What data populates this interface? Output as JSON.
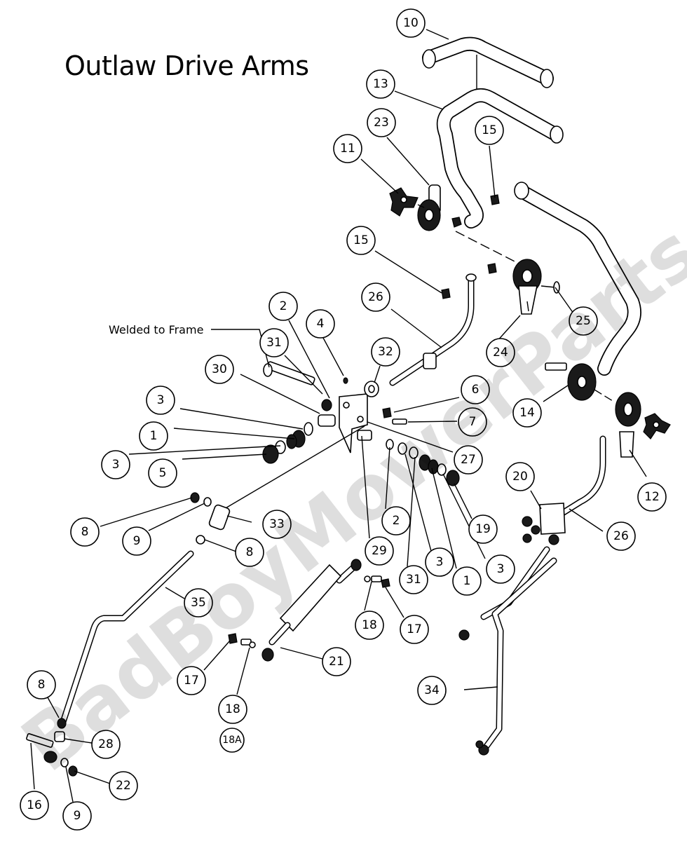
{
  "title": "Outlaw Drive Arms",
  "note": {
    "text": "Welded to Frame"
  },
  "watermark": "BadBoyMowerParts.com",
  "colors": {
    "ink": "#000000",
    "paper": "#ffffff",
    "watermark": "#d4d4d4"
  },
  "callouts": [
    {
      "id": "c10",
      "label": "10"
    },
    {
      "id": "c13",
      "label": "13"
    },
    {
      "id": "c23",
      "label": "23"
    },
    {
      "id": "c15a",
      "label": "15"
    },
    {
      "id": "c11",
      "label": "11"
    },
    {
      "id": "c15b",
      "label": "15"
    },
    {
      "id": "c26a",
      "label": "26"
    },
    {
      "id": "c25",
      "label": "25"
    },
    {
      "id": "c24",
      "label": "24"
    },
    {
      "id": "c2a",
      "label": "2"
    },
    {
      "id": "c4",
      "label": "4"
    },
    {
      "id": "c31a",
      "label": "31"
    },
    {
      "id": "c30",
      "label": "30"
    },
    {
      "id": "c32",
      "label": "32"
    },
    {
      "id": "c6",
      "label": "6"
    },
    {
      "id": "c7",
      "label": "7"
    },
    {
      "id": "c14",
      "label": "14"
    },
    {
      "id": "c3a",
      "label": "3"
    },
    {
      "id": "c1a",
      "label": "1"
    },
    {
      "id": "c3b",
      "label": "3"
    },
    {
      "id": "c5",
      "label": "5"
    },
    {
      "id": "c27",
      "label": "27"
    },
    {
      "id": "c12",
      "label": "12"
    },
    {
      "id": "c20",
      "label": "20"
    },
    {
      "id": "c8a",
      "label": "8"
    },
    {
      "id": "c33",
      "label": "33"
    },
    {
      "id": "c9a",
      "label": "9"
    },
    {
      "id": "c2b",
      "label": "2"
    },
    {
      "id": "c19",
      "label": "19"
    },
    {
      "id": "c26b",
      "label": "26"
    },
    {
      "id": "c8b",
      "label": "8"
    },
    {
      "id": "c29",
      "label": "29"
    },
    {
      "id": "c3c",
      "label": "3"
    },
    {
      "id": "c31b",
      "label": "31"
    },
    {
      "id": "c1b",
      "label": "1"
    },
    {
      "id": "c3d",
      "label": "3"
    },
    {
      "id": "c35",
      "label": "35"
    },
    {
      "id": "c18a",
      "label": "18"
    },
    {
      "id": "c17a",
      "label": "17"
    },
    {
      "id": "c21",
      "label": "21"
    },
    {
      "id": "c17b",
      "label": "17"
    },
    {
      "id": "c18b",
      "label": "18"
    },
    {
      "id": "c18A",
      "label": "18A"
    },
    {
      "id": "c34",
      "label": "34"
    },
    {
      "id": "c8c",
      "label": "8"
    },
    {
      "id": "c28",
      "label": "28"
    },
    {
      "id": "c22",
      "label": "22"
    },
    {
      "id": "c16",
      "label": "16"
    },
    {
      "id": "c9b",
      "label": "9"
    }
  ]
}
